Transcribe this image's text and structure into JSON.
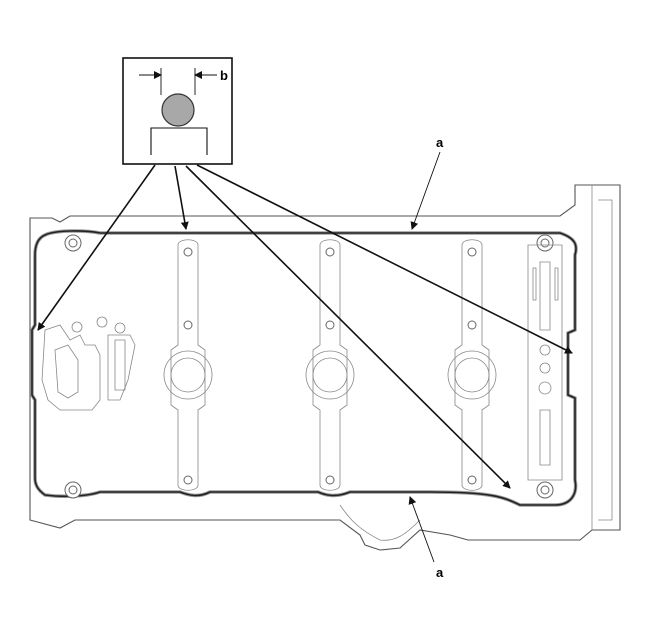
{
  "callouts": {
    "a_top": "a",
    "a_bottom": "a",
    "b": "b"
  },
  "colors": {
    "gasket": "#222222",
    "gasket_fill": "#9a9a9a",
    "cord_section": "#a8a8a8",
    "outline": "#555555"
  }
}
